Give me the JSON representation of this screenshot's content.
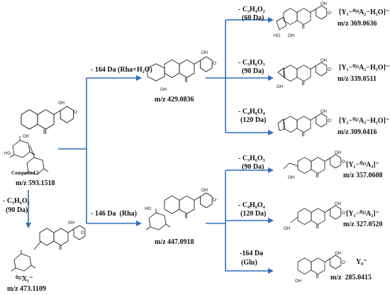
{
  "compound": {
    "label": "Compound 5",
    "mz": "m/z 593.1518"
  },
  "branches": {
    "top": {
      "loss_line1": "- 164 Da (Rha+H₂O)",
      "product_mz": "m/z 429.0836"
    },
    "middle": {
      "loss_line1": "- 146 Da  (Rha)",
      "product_mz": "m/z 447.0918"
    },
    "bottom": {
      "loss_line1": "- C₃H₆O₃",
      "loss_line2": "(90 Da)",
      "ion": "⁰ʲ²X₁⁻",
      "product_mz": "m/z 473.1109"
    }
  },
  "fragments": [
    {
      "loss_line1": "- C₂H₄O₂",
      "loss_line2": "(60 Da)",
      "ion": "[Y₁−⁰ʲ⁴A₂−H₂O]⁻",
      "mz": "m/z 369.0636"
    },
    {
      "loss_line1": "- C₃H₆O₃",
      "loss_line2": "(90 Da)",
      "ion": "[Y₁−⁰ʲ³A₂−H₂O]⁻",
      "mz": "m/z 339.0511"
    },
    {
      "loss_line1": "- C₄H₈O₄",
      "loss_line2": "(120 Da)",
      "ion": "[Y₁−⁰ʲ²A₂−H₂O]⁻",
      "mz": "m/z 309.0416"
    },
    {
      "loss_line1": "- C₃H₆O₃",
      "loss_line2": "(90 Da)",
      "ion": "[Y₁−⁰ʲ³A₂]⁻",
      "mz": "m/z 357.0608"
    },
    {
      "loss_line1": "- C₄H₈O₄",
      "loss_line2": "(120 Da)",
      "ion": "[Y₁−⁰ʲ²A₂]⁻",
      "mz": "m/z 327.0520"
    },
    {
      "loss_line1": "-164 Da",
      "loss_line2": "(Glu)",
      "ion": "Y₀⁻",
      "mz": "m/z  285.0415"
    }
  ],
  "atoms": {
    "oh": "OH",
    "o": "O",
    "ho": "HO",
    "o_minus": "O⁻"
  },
  "colors": {
    "arrow": "#2e6fc0",
    "text": "#111111",
    "background": "#ffffff"
  }
}
